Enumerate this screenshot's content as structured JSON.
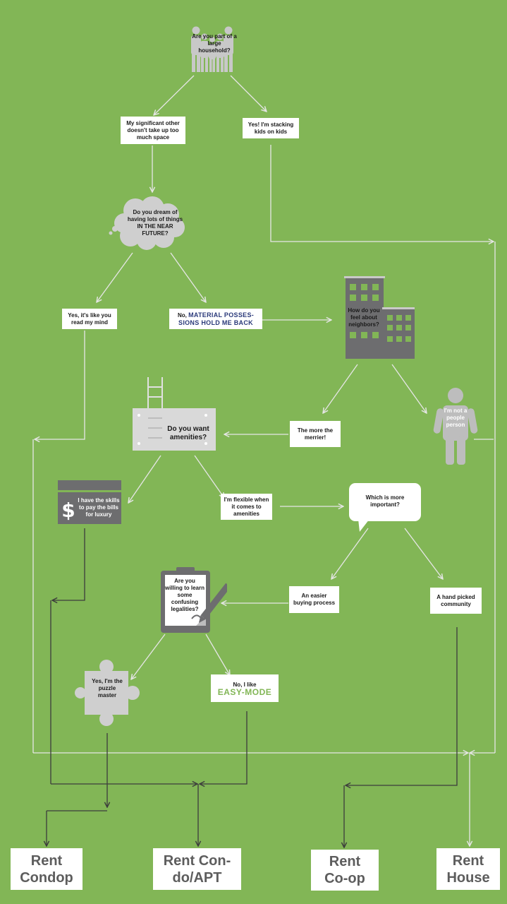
{
  "colors": {
    "background": "#82b656",
    "arrow_light": "#e6e6e6",
    "arrow_dark": "#3c3c3c",
    "icon_gray": "#bdbdbd",
    "building_gray": "#6d6d6f",
    "result_text": "#5d5d5d",
    "accent_navy": "#2b3a7a",
    "accent_green": "#82b656"
  },
  "nodes": {
    "household": {
      "icon": "family-icon",
      "text": "Are you part of a large household?"
    },
    "significant_other": {
      "text": "My significant other doesn't take up too much space"
    },
    "stacking_kids": {
      "text": "Yes! I'm stacking kids on kids"
    },
    "dream_things": {
      "icon": "thought-cloud-icon",
      "text": "Do you dream of having lots of things IN THE NEAR FUTURE?"
    },
    "read_my_mind": {
      "text": "Yes, it's like you read my mind"
    },
    "material_no_prefix": "No,",
    "material_no_line1": "MATERIAL POSSES-",
    "material_no_line2": "SIONS HOLD ME BACK",
    "neighbors": {
      "icon": "building-icon",
      "text": "How do you feel about neighbors?"
    },
    "more_merrier": {
      "text": "The more the merrier!"
    },
    "not_people_person": {
      "icon": "person-icon",
      "text": "I'm not a people person"
    },
    "amenities": {
      "icon": "pool-icon",
      "text": "Do you want amenities?"
    },
    "pay_bills": {
      "icon": "dollar-card-icon",
      "text": "I have the skills to pay the bills for luxury"
    },
    "flexible": {
      "text": "I'm flexible when it comes to amenities"
    },
    "more_important": {
      "icon": "speech-bubble-icon",
      "text": "Which is more important?"
    },
    "legalities": {
      "icon": "clipboard-icon",
      "text": "Are you willing to learn some confusing legalities?"
    },
    "easier_buying": {
      "text": "An easier buying process"
    },
    "hand_picked": {
      "text": "A hand picked community"
    },
    "puzzle_master": {
      "icon": "puzzle-piece-icon",
      "text": "Yes, I'm the puzzle master"
    },
    "easy_mode_prefix": "No, I like",
    "easy_mode_emph": "EASY-MODE"
  },
  "results": {
    "condop_1": "Rent",
    "condop_2": "Condop",
    "condo_apt_1": "Rent Con-",
    "condo_apt_2": "do/APT",
    "coop_1": "Rent",
    "coop_2": "Co-op",
    "house_1": "Rent",
    "house_2": "House"
  }
}
